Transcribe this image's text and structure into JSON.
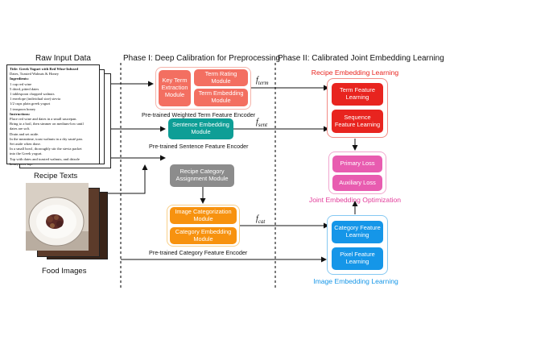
{
  "headers": {
    "raw_input": "Raw Input Data",
    "phase1": "Phase I: Deep Calibration for Preprocessing",
    "phase2": "Phase II: Calibrated Joint Embedding Learning"
  },
  "recipe_card": {
    "lines": [
      "Title: Greek Yogurt with Red Wine-Infused",
      "Dates, Toasted Walnuts & Honey",
      "Ingredients:",
      "1 cup red wine",
      "5 dried, pitted dates",
      "1 tablespoon chopped walnuts",
      "1 envelope (individual size) stevia",
      "1/2 cups plain greek yogurt",
      "1 teaspoon honey",
      "Instructions:",
      "Place red wine and dates in a small saucepan.",
      "Bring to a boil, then simmer on medium-low until",
      "dates are soft.",
      "Drain and set aside.",
      "In the meantime, toast walnuts in a dry sauté pan.",
      "Set aside when done.",
      "In a small bowl, thoroughly stir the stevia packet",
      "into the Greek yogurt.",
      "Top with dates and toasted walnuts, and drizzle",
      "honey over top."
    ],
    "caption": "Recipe Texts"
  },
  "food_images": {
    "caption": "Food Images"
  },
  "term_encoder": {
    "key_term_module": "Key Term Extraction Module",
    "rating_module": "Term Rating Module",
    "embedding_module": "Term Embedding Module",
    "caption": "Pre-trained Weighted Term Feature Encoder",
    "func_label": "fterm"
  },
  "sentence_encoder": {
    "module": "Sentence Embedding Module",
    "caption": "Pre-trained Sentence Feature Encoder",
    "func_label": "fsent"
  },
  "category_assignment": {
    "module": "Recipe Category Assignment Module"
  },
  "category_encoder": {
    "categorization_module": "Image Categorization Module",
    "embedding_module": "Category Embedding Module",
    "caption": "Pre-trained Category Feature Encoder",
    "func_label": "fcat"
  },
  "recipe_embedding": {
    "title": "Recipe Embedding Learning",
    "term_learning": "Term Feature Learning",
    "sequence_learning": "Sequence Feature Learning"
  },
  "joint_optimization": {
    "title": "Joint Embedding Optimization",
    "primary_loss": "Primary Loss",
    "auxiliary_loss": "Auxiliary Loss"
  },
  "image_embedding": {
    "title": "Image Embedding Learning",
    "category_learning": "Category Feature Learning",
    "pixel_learning": "Pixel Feature Learning"
  },
  "colors": {
    "red": "#e8241f",
    "salmon": "#f36f61",
    "teal": "#0e9e96",
    "gray": "#8c8c8c",
    "orange": "#f7920f",
    "pink": "#e23c9a",
    "blue": "#1596e8"
  }
}
